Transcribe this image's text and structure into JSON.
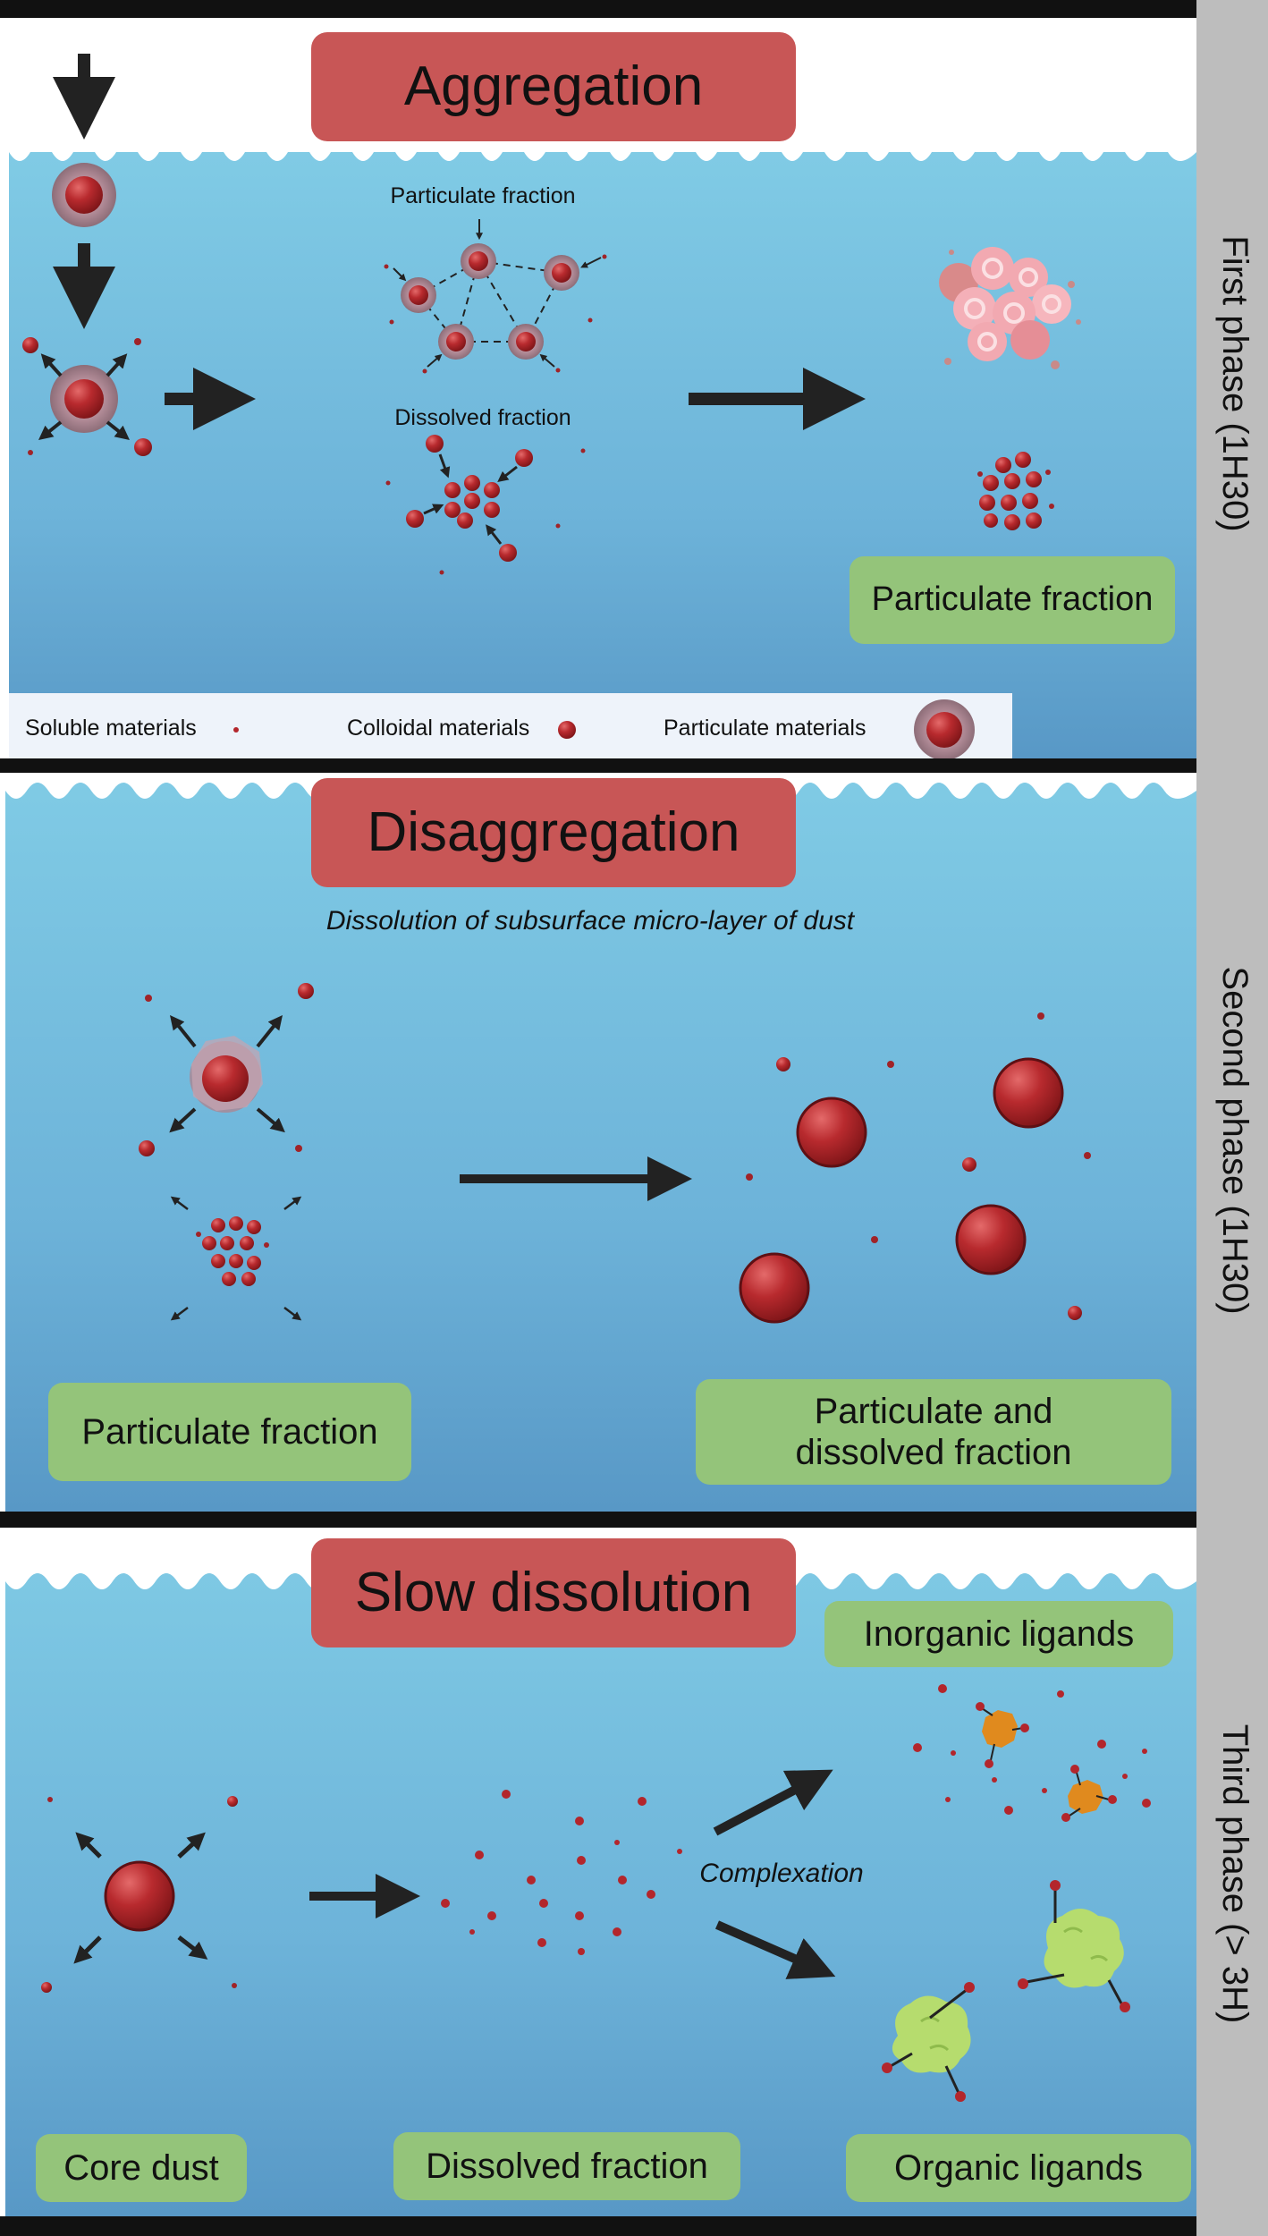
{
  "phases": [
    {
      "title": "Aggregation",
      "side_label": "First phase (1H30)",
      "labels": {
        "particulate_fraction_top": "Particulate fraction",
        "dissolved_fraction_top": "Dissolved fraction"
      },
      "boxes": {
        "result": "Particulate fraction"
      }
    },
    {
      "title": "Disaggregation",
      "side_label": "Second phase (1H30)",
      "labels": {
        "subtitle": "Dissolution of subsurface micro-layer of dust"
      },
      "boxes": {
        "left": "Particulate fraction",
        "right_line1": "Particulate and",
        "right_line2": "dissolved fraction"
      }
    },
    {
      "title": "Slow dissolution",
      "side_label": "Third phase (> 3H)",
      "labels": {
        "complexation": "Complexation"
      },
      "boxes": {
        "inorganic": "Inorganic ligands",
        "organic": "Organic ligands",
        "core": "Core dust",
        "dissolved": "Dissolved fraction"
      }
    }
  ],
  "legend": {
    "soluble": "Soluble materials",
    "colloidal": "Colloidal materials",
    "particulate": "Particulate materials"
  },
  "colors": {
    "water_top": "#7ec8e3",
    "water_bottom": "#5b9ec9",
    "title_box": "#c85656",
    "label_box": "#94c47a",
    "particle": "#b3262c",
    "side_bar": "#bdbdbd",
    "inorganic_ligand": "#e08a1e",
    "organic_ligand": "#b6dc6e"
  }
}
